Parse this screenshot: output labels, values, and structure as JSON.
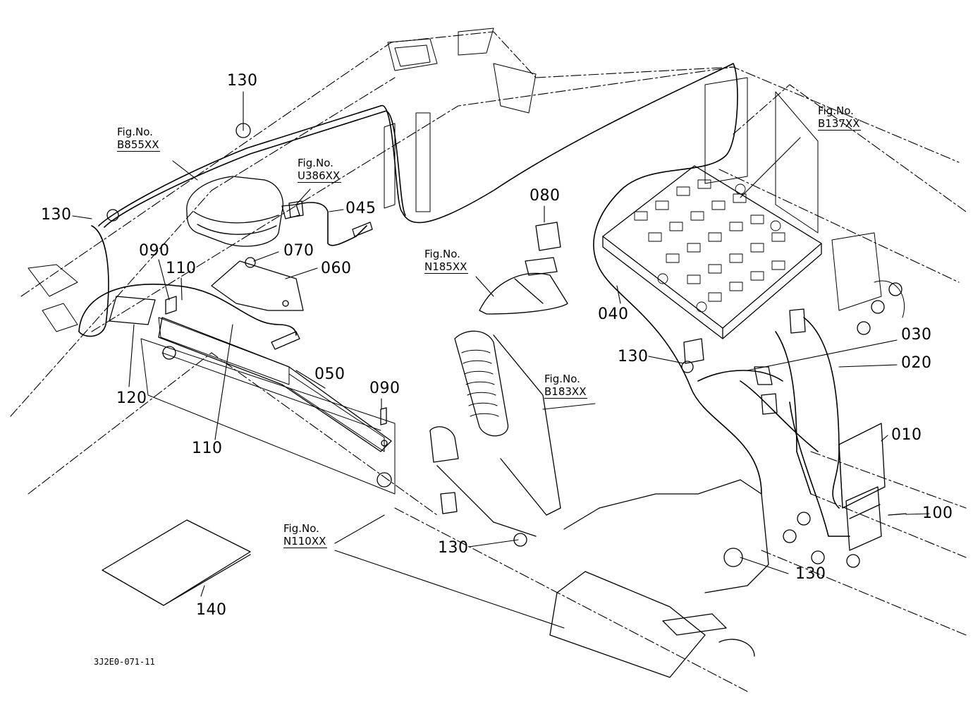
{
  "drawing_code": "3J2E0-071-11",
  "part_numbers": {
    "p010": "010",
    "p020": "020",
    "p030": "030",
    "p040": "040",
    "p045": "045",
    "p050": "050",
    "p060": "060",
    "p070": "070",
    "p080": "080",
    "p090": "090",
    "p100": "100",
    "p110": "110",
    "p120": "120",
    "p130": "130",
    "p140": "140"
  },
  "figure_refs": {
    "prefix": "Fig.No.",
    "b855": "B855XX",
    "u386": "U386XX",
    "n185": "N185XX",
    "b183": "B183XX",
    "b137": "B137XX",
    "n110": "N110XX"
  }
}
